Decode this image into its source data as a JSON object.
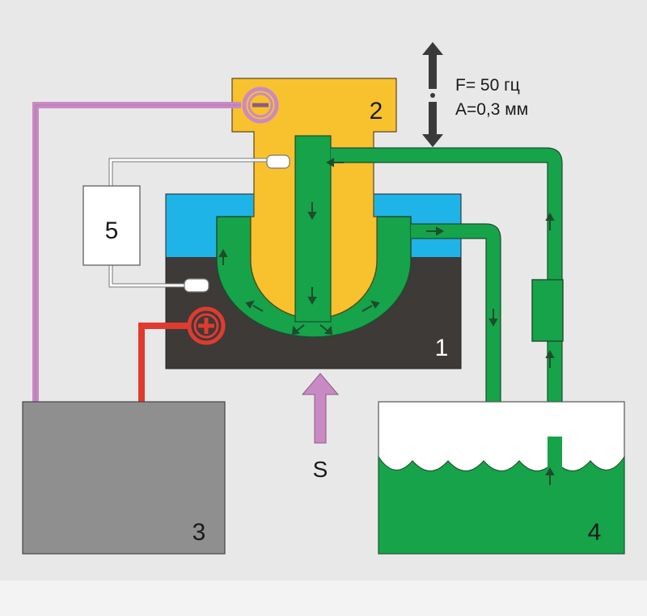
{
  "labels": {
    "workpiece": "1",
    "tool": "2",
    "power_source": "3",
    "electrolyte_tank": "4",
    "controller": "5",
    "feed": "S",
    "frequency": "F= 50 гц",
    "amplitude": "A=0,3 мм",
    "negative": "−",
    "positive": "+"
  },
  "colors": {
    "background": "#e8e8e8",
    "tool": "#f8c12e",
    "workpiece": "#3e3a38",
    "electrolyte_layer": "#1fb4e8",
    "electrolyte": "#16a34a",
    "power_box": "#8f8f8f",
    "controller_box": "#ffffff",
    "negative_wire": "#c98ac4",
    "positive_wire": "#e03b2f",
    "feed_arrow": "#c98ac4",
    "vibration_arrow": "#3a3a3a"
  },
  "icons": {
    "negative": "minus-circle-icon",
    "positive": "plus-circle-icon",
    "vibration": "double-arrow-vertical-icon",
    "feed": "arrow-up-icon"
  }
}
